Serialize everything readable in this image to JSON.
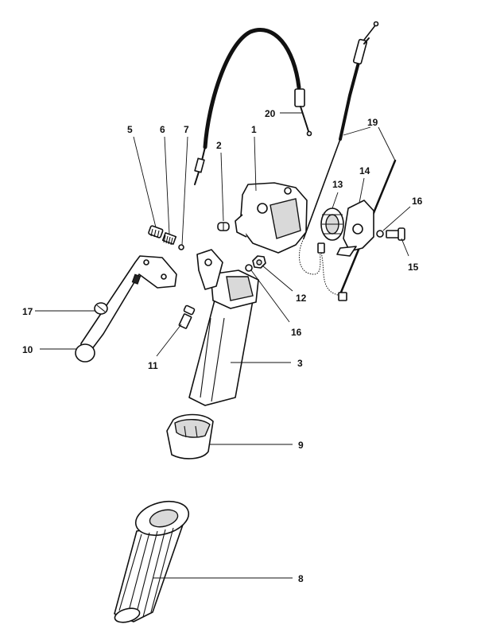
{
  "diagram": {
    "callouts": {
      "p1": "1",
      "p2": "2",
      "p3": "3",
      "p5": "5",
      "p6": "6",
      "p7": "7",
      "p8": "8",
      "p9": "9",
      "p10": "10",
      "p11": "11",
      "p12": "12",
      "p13": "13",
      "p14": "14",
      "p15": "15",
      "p16a": "16",
      "p16b": "16",
      "p17": "17",
      "p19": "19",
      "p20": "20"
    }
  }
}
